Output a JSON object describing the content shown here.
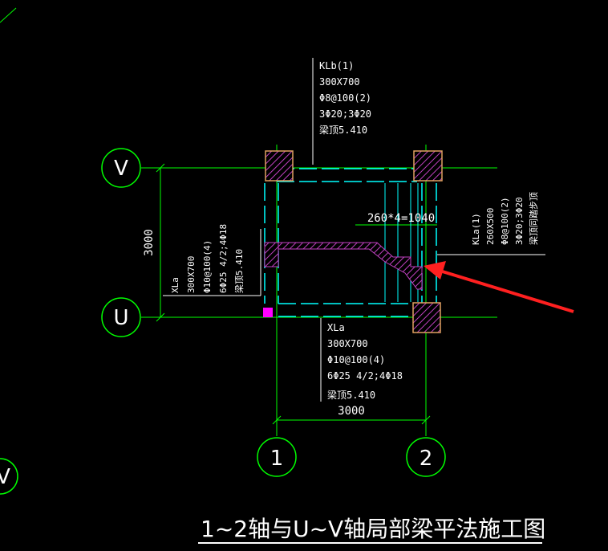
{
  "axes": {
    "V": "V",
    "U": "U",
    "one": "1",
    "two": "2",
    "edge_v": "V"
  },
  "klb": {
    "name": "KLb(1)",
    "size": "300X700",
    "stirrup": "Φ8@100(2)",
    "rebar": "3Φ20;3Φ20",
    "top": "梁顶5.410"
  },
  "xla_left": {
    "name": "XLa",
    "size": "300X700",
    "stirrup": "Φ10@100(4)",
    "rebar": "6Φ25 4/2;4Φ18",
    "top": "梁顶5.410"
  },
  "xla_bottom": {
    "name": "XLa",
    "size": "300X700",
    "stirrup": "Φ10@100(4)",
    "rebar": "6Φ25 4/2;4Φ18",
    "top": "梁顶5.410"
  },
  "kla": {
    "name": "KLa(1)",
    "size": "260X500",
    "stirrup": "Φ8@100(2)",
    "rebar": "3Φ20;3Φ20",
    "top": "梁顶同踏步顶"
  },
  "dims": {
    "vertical": "3000",
    "horizontal": "3000",
    "stair": "260*4=1040"
  },
  "title": "1~2轴与U~V轴局部梁平法施工图",
  "colors": {
    "axis": "#00ff00",
    "beam": "#00ffff",
    "hatch": "#c040c0",
    "column": "#e0a060",
    "arrow": "#ff2020",
    "marker": "#ff00ff",
    "text": "#ffffff"
  }
}
